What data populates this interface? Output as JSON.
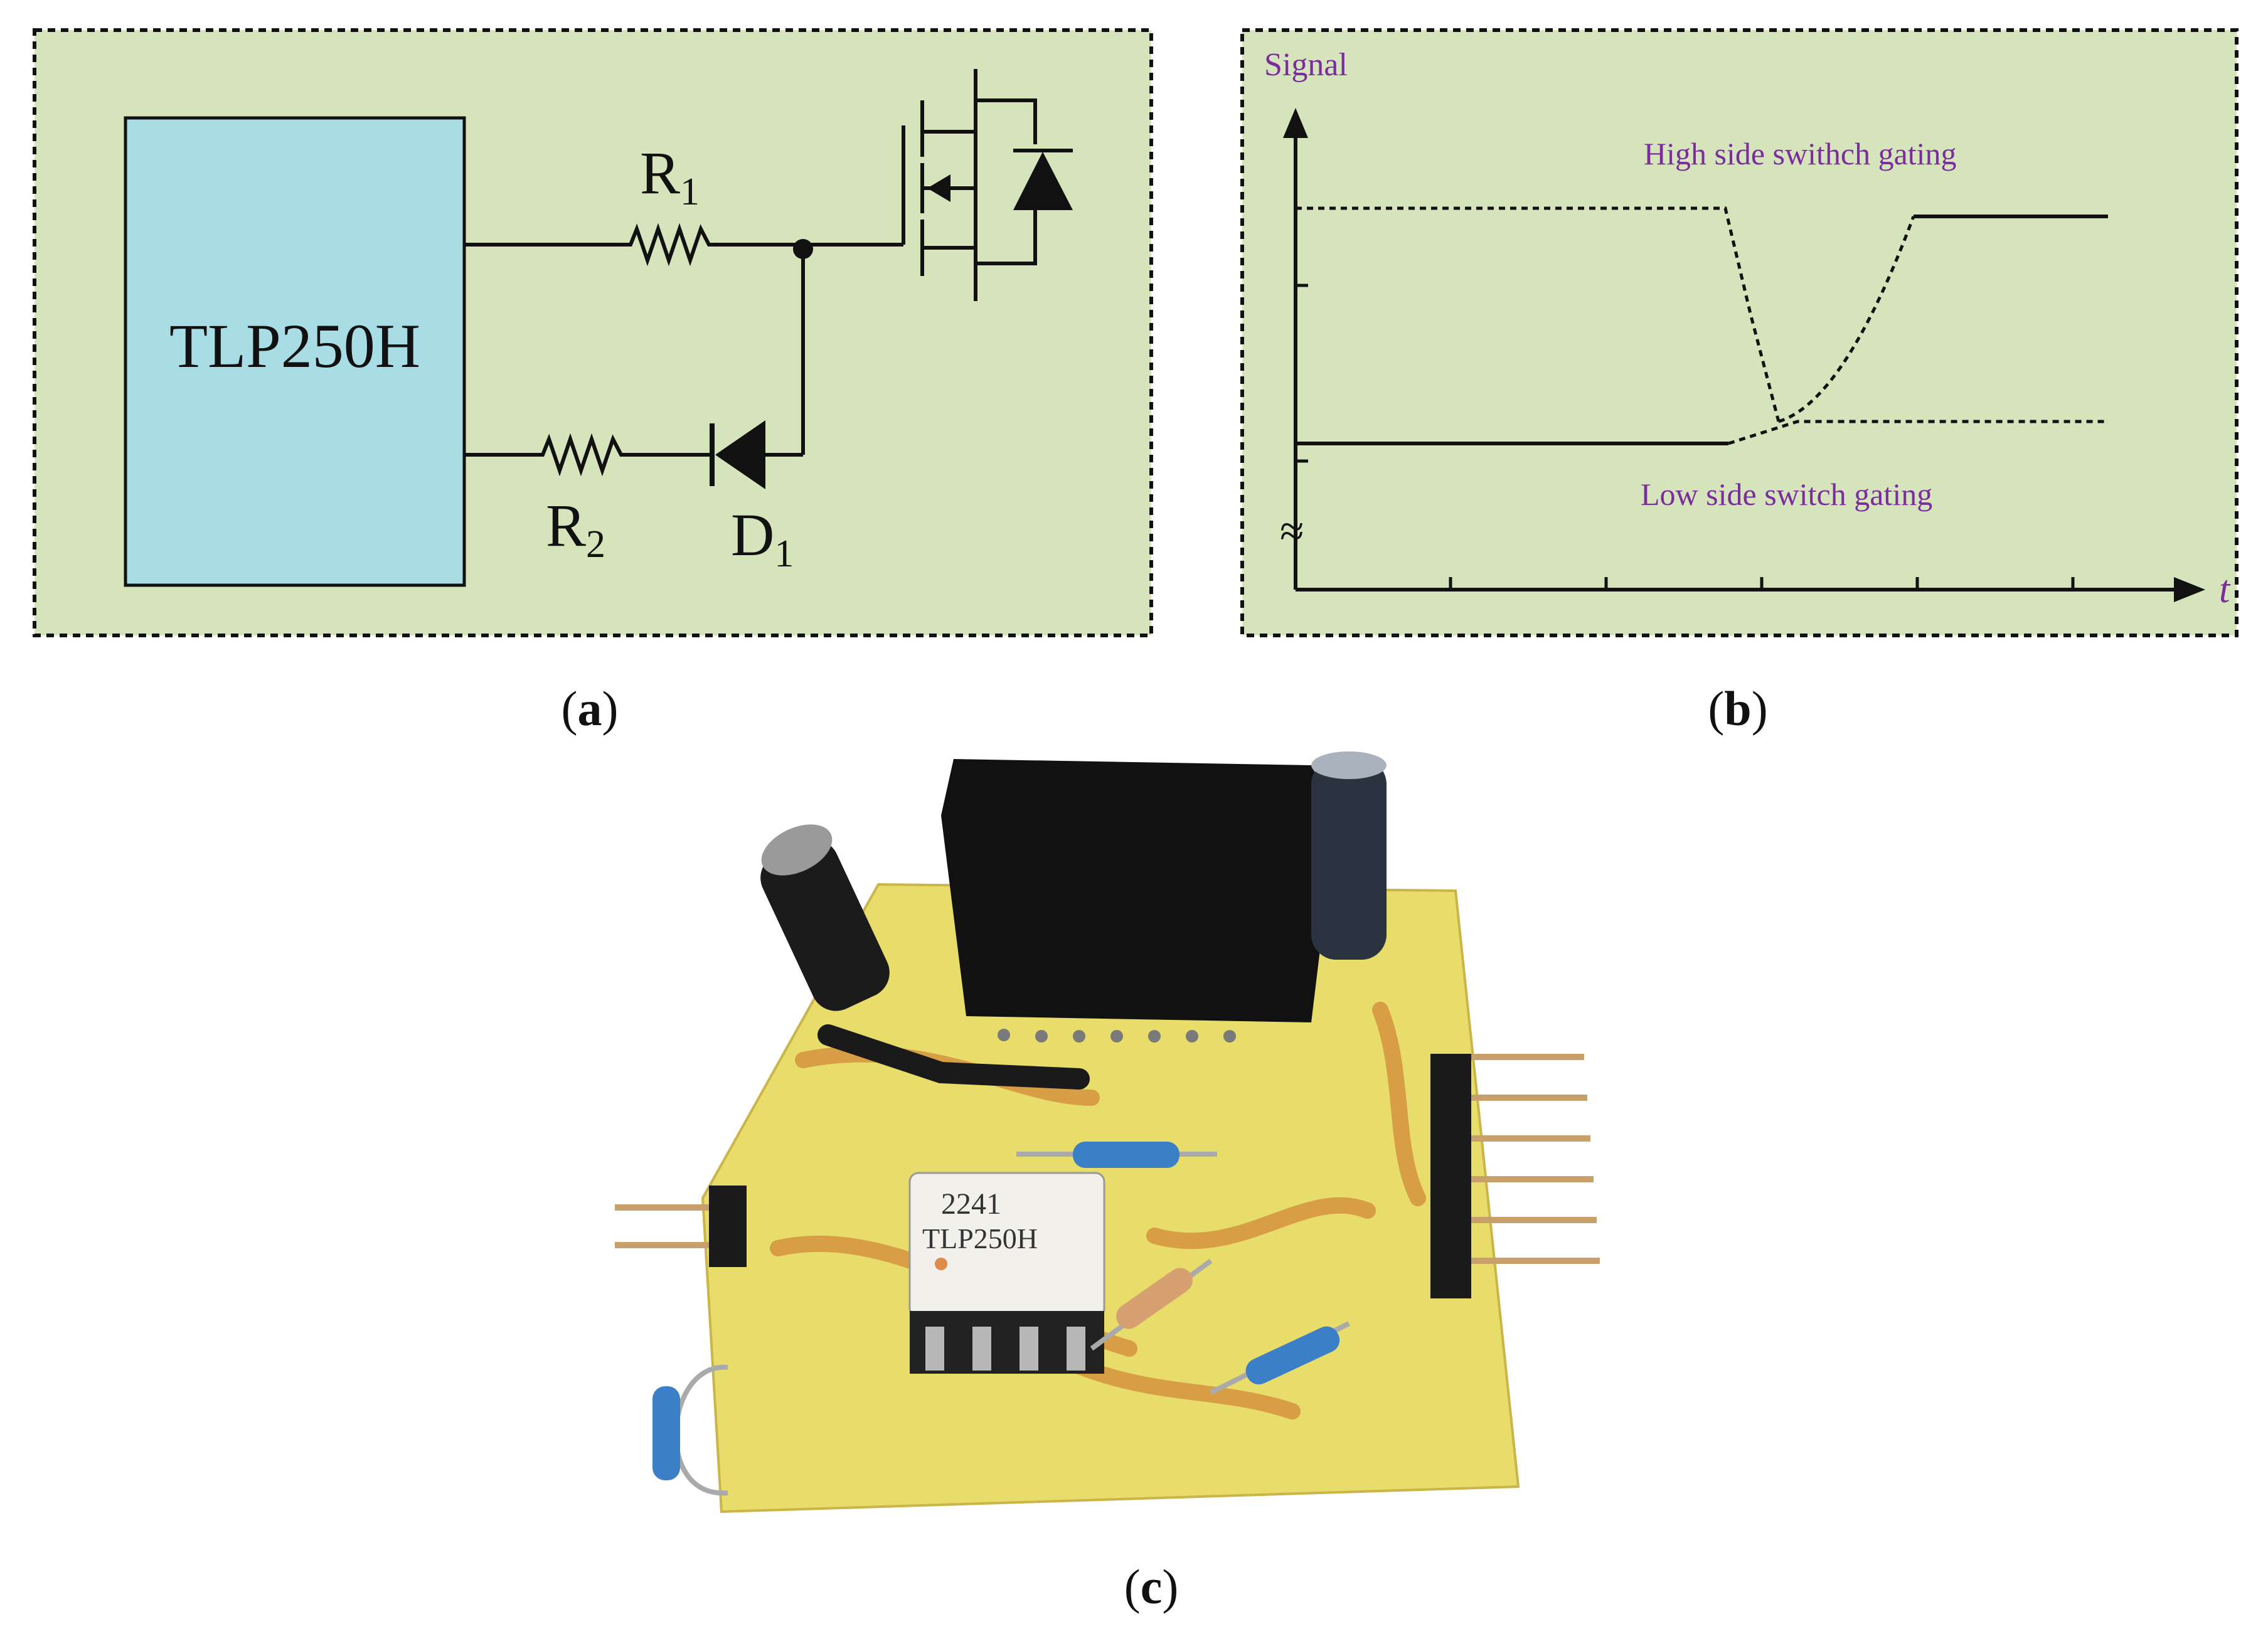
{
  "panel_a": {
    "chip_label": "TLP250H",
    "r1_label": "R",
    "r1_sub": "1",
    "r2_label": "R",
    "r2_sub": "2",
    "d1_label": "D",
    "d1_sub": "1",
    "caption_letter": "a"
  },
  "panel_b": {
    "y_axis_label": "Signal",
    "x_axis_label": "t",
    "high_side_label": "High side swithch gating",
    "low_side_label": "Low side switch gating",
    "caption_letter": "b"
  },
  "panel_c": {
    "chip_marking_line1": "2241",
    "chip_marking_line2": "TLP250H",
    "caption_letter": "c"
  },
  "colors": {
    "panel_bg": "#d6e4bc",
    "chip_fill": "#a8dde6",
    "label_purple": "#7a2e9e",
    "pcb": "#e8dc6a",
    "pcb_trace": "#d28a3a"
  }
}
